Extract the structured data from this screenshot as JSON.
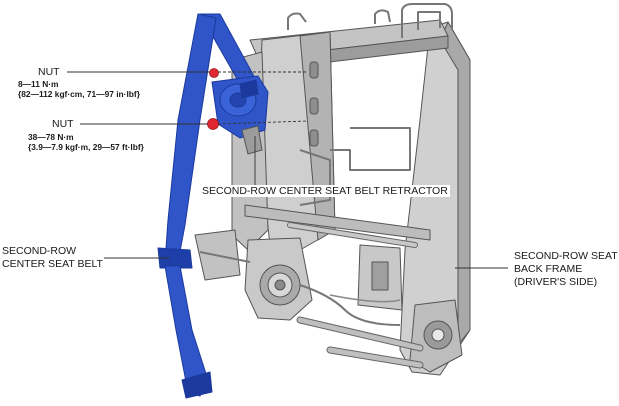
{
  "labels": {
    "nut_upper": {
      "name": "NUT",
      "torque_primary": "8—11 N·m",
      "torque_secondary": "{82—112 kgf·cm, 71—97 in·lbf}"
    },
    "nut_lower": {
      "name": "NUT",
      "torque_primary": "38—78 N·m",
      "torque_secondary": "{3.9—7.9 kgf·m, 29—57 ft·lbf}"
    },
    "retractor": "SECOND-ROW CENTER SEAT BELT RETRACTOR",
    "belt": [
      "SECOND-ROW",
      "CENTER SEAT BELT"
    ],
    "frame": [
      "SECOND-ROW SEAT",
      "BACK FRAME",
      "(DRIVER'S SIDE)"
    ]
  },
  "colors": {
    "belt_blue": "#2f55c9",
    "belt_dark": "#1c3a9e",
    "nut_red": "#e0262f",
    "frame_gray": "#c9c9c9",
    "frame_dark": "#8a8a8a",
    "line": "#333333"
  }
}
